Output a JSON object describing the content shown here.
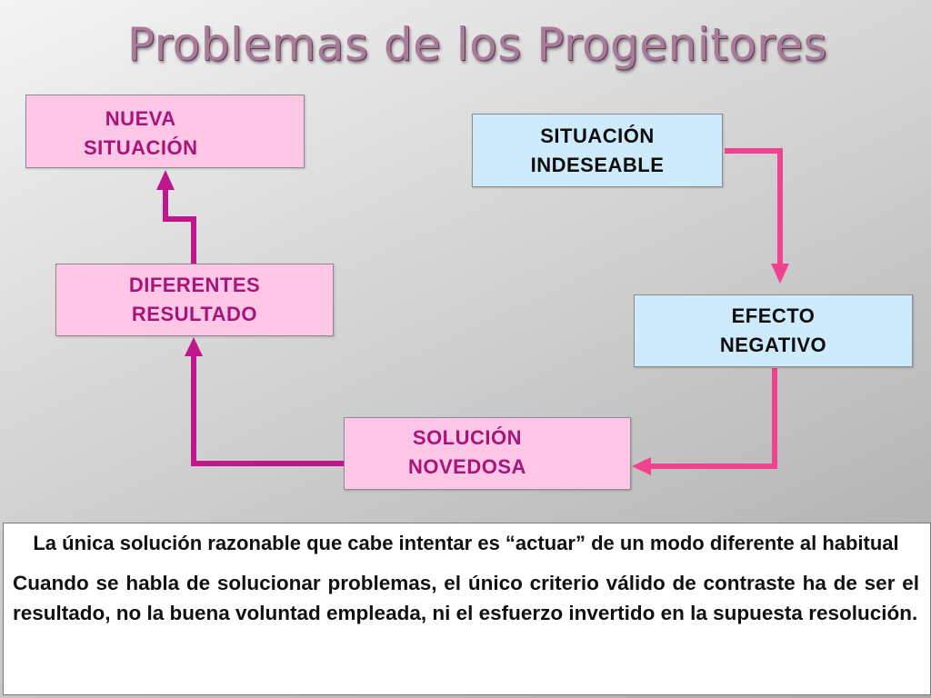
{
  "title": "Problemas de los Progenitores",
  "diagram": {
    "boxes": {
      "nueva": "NUEVA\nSITUACIÓN",
      "indeseable": "SITUACIÓN\nINDESEABLE",
      "diferentes": "DIFERENTES\nRESULTADO",
      "efecto": "EFECTO\nNEGATIVO",
      "solucion": "SOLUCIÓN\nNOVEDOSA"
    },
    "colors": {
      "pink_box": "#ffc6e6",
      "pink_text": "#a7157a",
      "blue_box": "#cdebfb",
      "arrow_bright": "#f0428d",
      "arrow_magenta": "#c0168b"
    }
  },
  "text_panel": {
    "paragraph1": "La única solución razonable que cabe intentar es “actuar” de un modo diferente al habitual",
    "paragraph2": "Cuando se habla de solucionar problemas, el único criterio válido de contraste ha de ser el resultado, no la buena voluntad empleada, ni el esfuerzo invertido en la supuesta resolución."
  }
}
